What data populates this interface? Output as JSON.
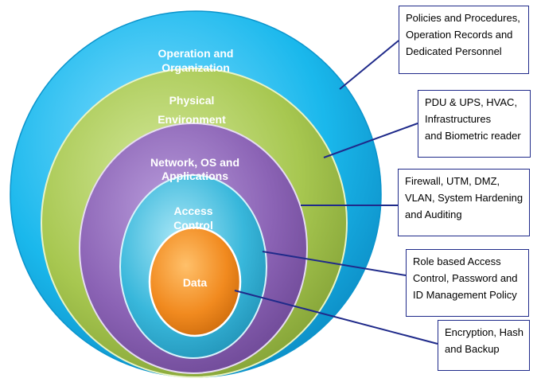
{
  "layers": [
    {
      "id": "operation",
      "lines": [
        "Operation and",
        "Organization"
      ],
      "color": "#1ab8ec"
    },
    {
      "id": "physical",
      "lines": [
        "Physical",
        "Environment"
      ],
      "color": "#a7c750"
    },
    {
      "id": "network",
      "lines": [
        "Network, OS and",
        "Applications"
      ],
      "color": "#8b63b5"
    },
    {
      "id": "access",
      "lines": [
        "Access",
        "Control"
      ],
      "color": "#38b7db"
    },
    {
      "id": "data",
      "lines": [
        "Data"
      ],
      "color": "#f18a1f"
    }
  ],
  "callouts": [
    {
      "id": "operation",
      "lines": [
        "Policies and Procedures,",
        "Operation Records and",
        "Dedicated Personnel"
      ]
    },
    {
      "id": "physical",
      "lines": [
        "PDU & UPS, HVAC,",
        "Infrastructures",
        "and Biometric reader"
      ]
    },
    {
      "id": "network",
      "lines": [
        "Firewall, UTM, DMZ,",
        "VLAN, System Hardening",
        "and Auditing"
      ]
    },
    {
      "id": "access",
      "lines": [
        "Role based Access",
        "Control, Password and",
        "ID Management Policy"
      ]
    },
    {
      "id": "data",
      "lines": [
        "Encryption, Hash",
        "and Backup"
      ]
    }
  ],
  "colors": {
    "connector": "#1f2a8a",
    "label_text": "#ffffff"
  }
}
